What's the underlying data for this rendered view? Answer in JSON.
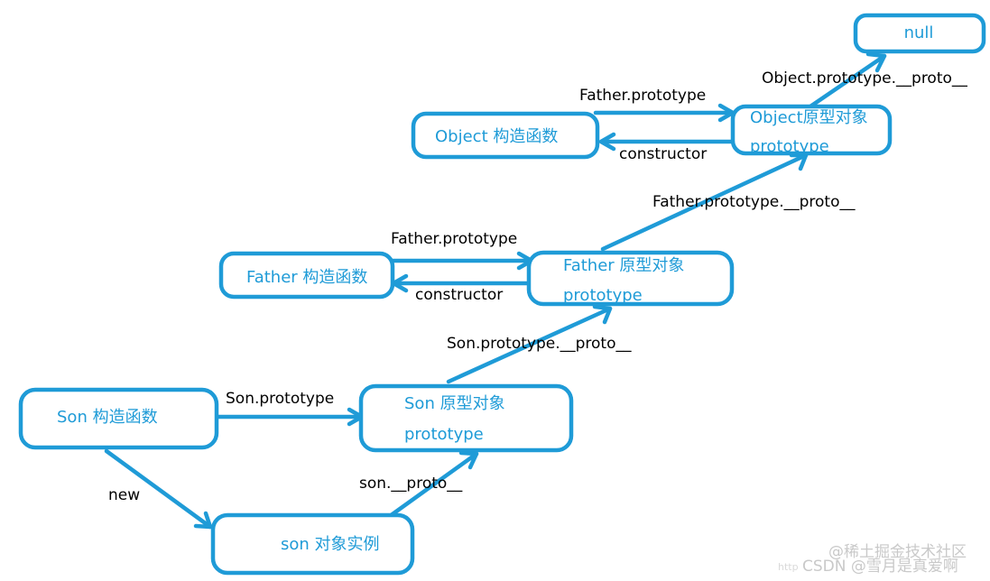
{
  "nodes": {
    "null": {
      "line1": "null",
      "line2": ""
    },
    "object_ctor": {
      "line1": "Object 构造函数",
      "line2": ""
    },
    "object_proto": {
      "line1": "Object原型对象",
      "line2": "prototype"
    },
    "father_ctor": {
      "line1": "Father 构造函数",
      "line2": ""
    },
    "father_proto": {
      "line1": "Father 原型对象",
      "line2": "prototype"
    },
    "son_ctor": {
      "line1": "Son 构造函数",
      "line2": ""
    },
    "son_proto": {
      "line1": "Son 原型对象",
      "line2": "prototype"
    },
    "son_instance": {
      "line1": "son 对象实例",
      "line2": ""
    }
  },
  "edges": {
    "object_proto_to_null": "Object.prototype.__proto__",
    "object_ctor_to_proto": "Father.prototype",
    "object_proto_to_ctor": "constructor",
    "father_proto_to_object_proto": "Father.prototype.__proto__",
    "father_ctor_to_proto": "Father.prototype",
    "father_proto_to_ctor": "constructor",
    "son_proto_to_father_proto": "Son.prototype.__proto__",
    "son_ctor_to_proto": "Son.prototype",
    "son_ctor_to_instance": "new",
    "son_instance_to_proto": "son.__proto__"
  },
  "watermark": {
    "line1": "@稀土掘金技术社区",
    "line2": "CSDN @雪月是真爱啊",
    "url_fragment": "http"
  },
  "colors": {
    "node_stroke": "#1f9bd7",
    "node_text": "#1f9bd7",
    "edge_label": "#000000"
  }
}
